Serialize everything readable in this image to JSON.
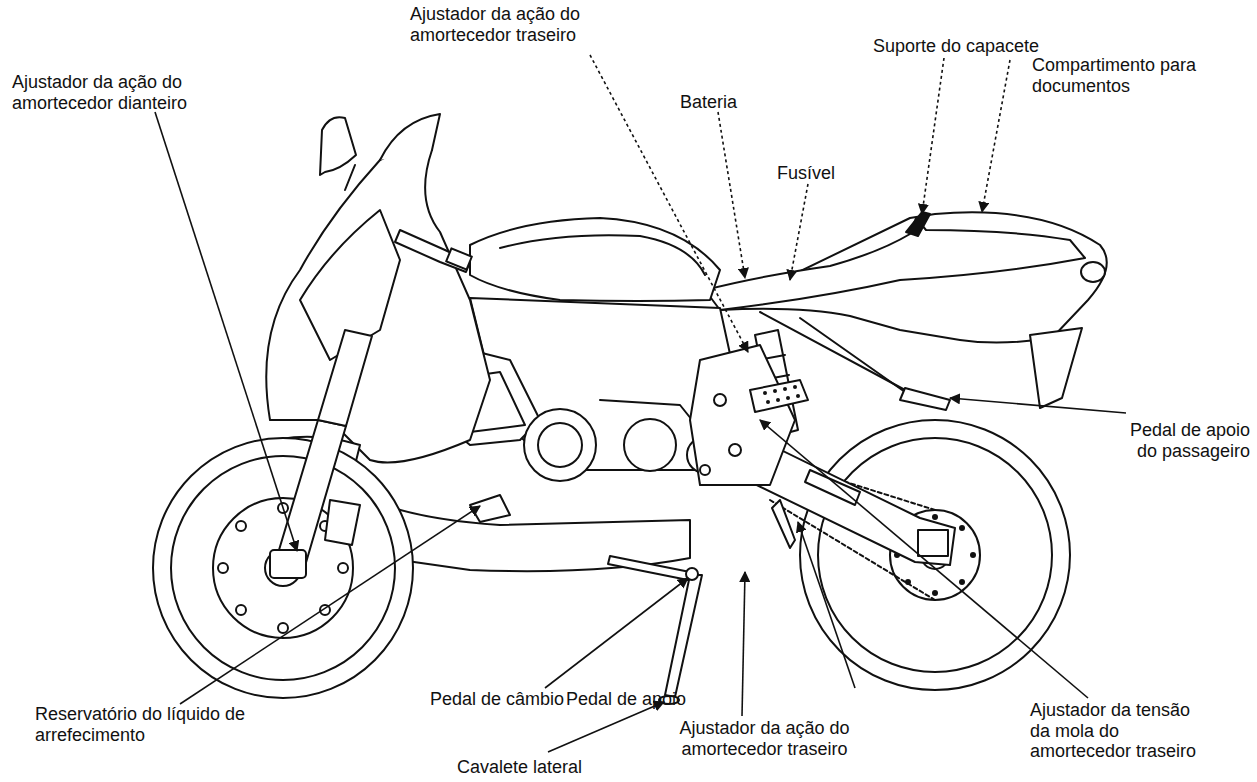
{
  "diagram": {
    "labels": [
      "Ajustador da ação do amortecedor dianteiro",
      "Ajustador da ação do amortecedor traseiro",
      "Bateria",
      "Fusível",
      "Suporte do capacete",
      "Compartimento para documentos",
      "Pedal de apoio do passageiro",
      "Reservatório do líquido de arrefecimento",
      "Pedal de câmbio",
      "Pedal de apoio",
      "Cavalete lateral",
      "Ajustador da ação do amortecedor traseiro",
      "Ajustador da tensão da mola do amortecedor traseiro"
    ]
  }
}
